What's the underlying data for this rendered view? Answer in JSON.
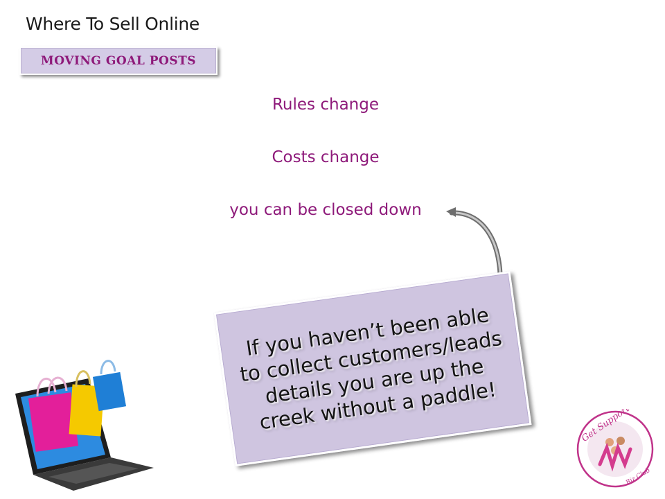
{
  "slide": {
    "title": "Where To Sell Online",
    "section_tag": "Moving Goal Posts"
  },
  "points": [
    "Rules change",
    "Costs change",
    "you can be closed down"
  ],
  "callout": {
    "text": "If you haven’t been able to collect customers/leads details you are up the creek without a paddle!"
  },
  "logo": {
    "text_top": "Get Support",
    "text_bottom": "Biz Club"
  },
  "colors": {
    "accent": "#8e1a7a",
    "callout_bg": "#cfc5e0",
    "tag_bg": "#d4cce6"
  }
}
